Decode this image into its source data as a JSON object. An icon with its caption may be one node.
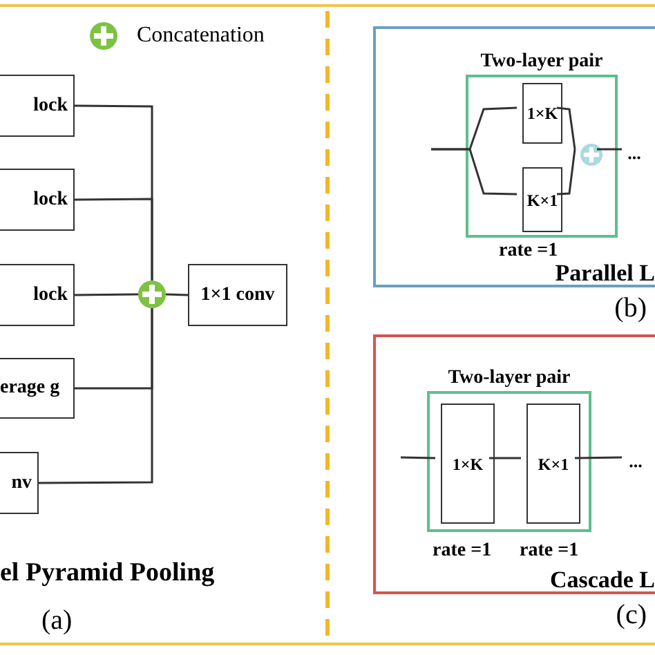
{
  "diagram": {
    "nodes": [
      {
        "text": [
          "lock"
        ]
      },
      {
        "text": [
          "lock"
        ]
      },
      {
        "text": [
          "lock"
        ]
      },
      {
        "text": [
          "erage g"
        ]
      },
      {
        "text": [
          "nv"
        ]
      },
      {
        "text": [],
        "shape": "circle"
      },
      {
        "text": [
          "1×1 conv"
        ]
      },
      {
        "text": [
          "Parallel L"
        ],
        "beside": [
          "(b)"
        ]
      },
      {
        "text": [
          "Two-layer pair"
        ],
        "in": 7
      },
      {
        "text": [
          "1×K"
        ],
        "in": 8
      },
      {
        "text": [
          "K×1"
        ],
        "in": 8
      },
      {
        "text": [],
        "shape": "circle",
        "in": 8
      },
      {
        "text": [
          "..."
        ],
        "in": 7
      },
      {
        "text": [
          "Cascade L"
        ],
        "beside": [
          "(c)"
        ]
      },
      {
        "text": [
          "Two-layer pair"
        ],
        "in": 13
      },
      {
        "text": [
          "1×K"
        ],
        "in": 14
      },
      {
        "text": [
          "K×1"
        ],
        "in": 14
      },
      {
        "text": [
          "..."
        ],
        "in": 13
      }
    ],
    "edges": [
      {
        "from": 0,
        "to": 5,
        "arrow": "none"
      },
      {
        "from": 1,
        "to": 5,
        "arrow": "none"
      },
      {
        "from": 2,
        "to": 5,
        "arrow": "none"
      },
      {
        "from": 3,
        "to": 5,
        "arrow": "none"
      },
      {
        "from": 4,
        "to": 5,
        "arrow": "none"
      },
      {
        "from": 5,
        "to": 6,
        "arrow": "none"
      },
      {
        "from": null,
        "to": 9,
        "arrow": "none"
      },
      {
        "from": null,
        "to": 10,
        "arrow": "none"
      },
      {
        "from": 9,
        "to": 11,
        "arrow": "none"
      },
      {
        "from": 10,
        "to": 11,
        "arrow": "none"
      },
      {
        "from": 11,
        "to": 12,
        "arrow": "none"
      },
      {
        "from": null,
        "to": 15,
        "arrow": "none"
      },
      {
        "from": 15,
        "to": 16,
        "arrow": "none"
      },
      {
        "from": 16,
        "to": 17,
        "arrow": "none"
      }
    ],
    "labels": [
      "el Pyramid Pooling",
      "(a)",
      "rate =1",
      "rate =1",
      "rate =1"
    ],
    "legend": [
      {
        "text": "Concatenation"
      }
    ]
  }
}
